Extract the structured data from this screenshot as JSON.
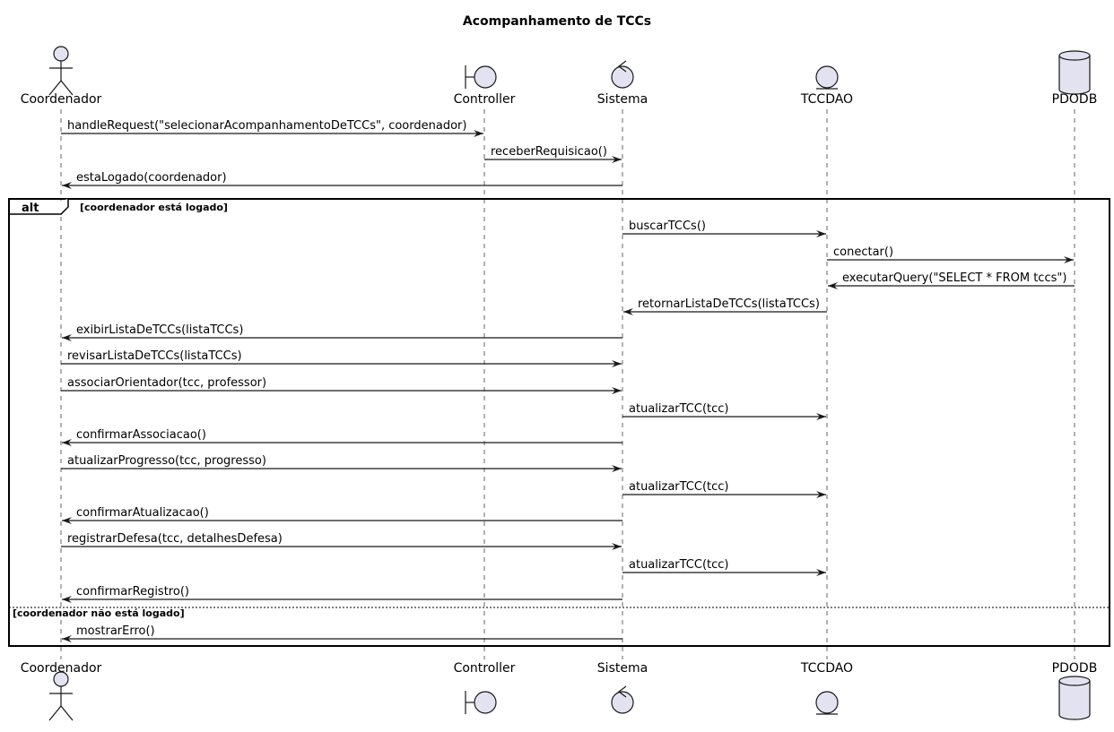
{
  "title": "Acompanhamento de TCCs",
  "participants": [
    {
      "id": "coord",
      "name": "Coordenador",
      "kind": "actor"
    },
    {
      "id": "ctrl",
      "name": "Controller",
      "kind": "boundary"
    },
    {
      "id": "sis",
      "name": "Sistema",
      "kind": "control"
    },
    {
      "id": "dao",
      "name": "TCCDAO",
      "kind": "entity"
    },
    {
      "id": "db",
      "name": "PDODB",
      "kind": "database"
    }
  ],
  "messages": [
    {
      "from": "coord",
      "to": "ctrl",
      "label": "handleRequest(\"selecionarAcompanhamentoDeTCCs\", coordenador)"
    },
    {
      "from": "ctrl",
      "to": "sis",
      "label": "receberRequisicao()"
    },
    {
      "from": "sis",
      "to": "coord",
      "label": "estaLogado(coordenador)"
    },
    {
      "from": "sis",
      "to": "dao",
      "label": "buscarTCCs()"
    },
    {
      "from": "dao",
      "to": "db",
      "label": "conectar()"
    },
    {
      "from": "db",
      "to": "dao",
      "label": "executarQuery(\"SELECT * FROM tccs\")"
    },
    {
      "from": "dao",
      "to": "sis",
      "label": "retornarListaDeTCCs(listaTCCs)"
    },
    {
      "from": "sis",
      "to": "coord",
      "label": "exibirListaDeTCCs(listaTCCs)"
    },
    {
      "from": "coord",
      "to": "sis",
      "label": "revisarListaDeTCCs(listaTCCs)"
    },
    {
      "from": "coord",
      "to": "sis",
      "label": "associarOrientador(tcc, professor)"
    },
    {
      "from": "sis",
      "to": "dao",
      "label": "atualizarTCC(tcc)"
    },
    {
      "from": "sis",
      "to": "coord",
      "label": "confirmarAssociacao()"
    },
    {
      "from": "coord",
      "to": "sis",
      "label": "atualizarProgresso(tcc, progresso)"
    },
    {
      "from": "sis",
      "to": "dao",
      "label": "atualizarTCC(tcc)"
    },
    {
      "from": "sis",
      "to": "coord",
      "label": "confirmarAtualizacao()"
    },
    {
      "from": "coord",
      "to": "sis",
      "label": "registrarDefesa(tcc, detalhesDefesa)"
    },
    {
      "from": "sis",
      "to": "dao",
      "label": "atualizarTCC(tcc)"
    },
    {
      "from": "sis",
      "to": "coord",
      "label": "confirmarRegistro()"
    },
    {
      "from": "sis",
      "to": "coord",
      "label": "mostrarErro()"
    }
  ],
  "fragment": {
    "operator": "alt",
    "guards": [
      "[coordenador está logado]",
      "[coordenador não está logado]"
    ]
  }
}
